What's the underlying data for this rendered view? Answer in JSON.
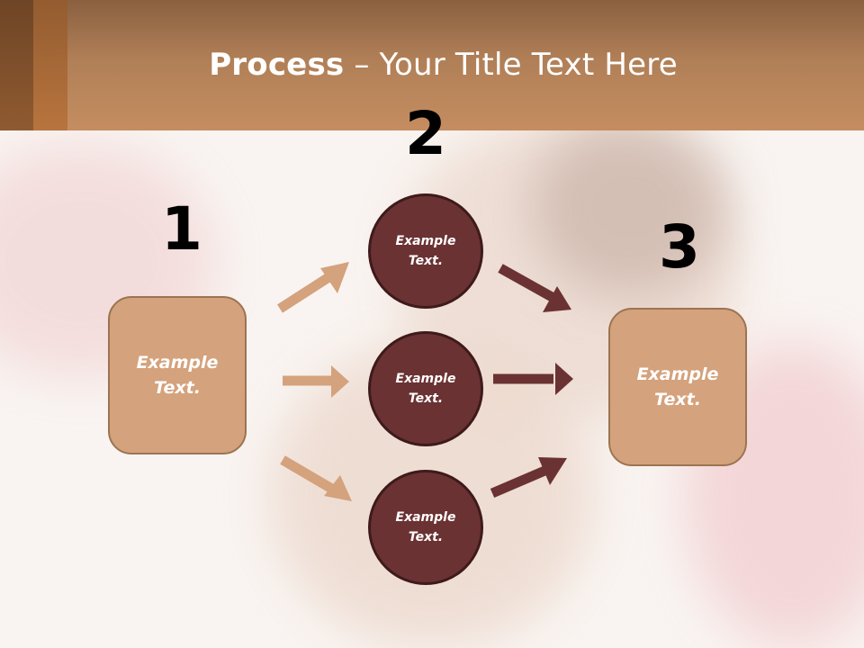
{
  "slide": {
    "title_bold": "Process",
    "title_rest": " – Your Title Text Here"
  },
  "steps": [
    {
      "number": "1",
      "label_line1": "Example",
      "label_line2": "Text."
    },
    {
      "number": "2"
    },
    {
      "number": "3",
      "label_line1": "Example",
      "label_line2": "Text."
    }
  ],
  "circles": [
    {
      "label_line1": "Example",
      "label_line2": "Text."
    },
    {
      "label_line1": "Example",
      "label_line2": "Text."
    },
    {
      "label_line1": "Example",
      "label_line2": "Text."
    }
  ],
  "colors": {
    "header_top": "#8a6040",
    "header_bottom": "#c58d60",
    "box_fill": "#d4a27c",
    "box_border": "#9c7452",
    "circle_fill": "#6b3233",
    "circle_border": "#3e1a1b",
    "light_arrow": "#d4a27c",
    "dark_arrow": "#6b3233"
  }
}
